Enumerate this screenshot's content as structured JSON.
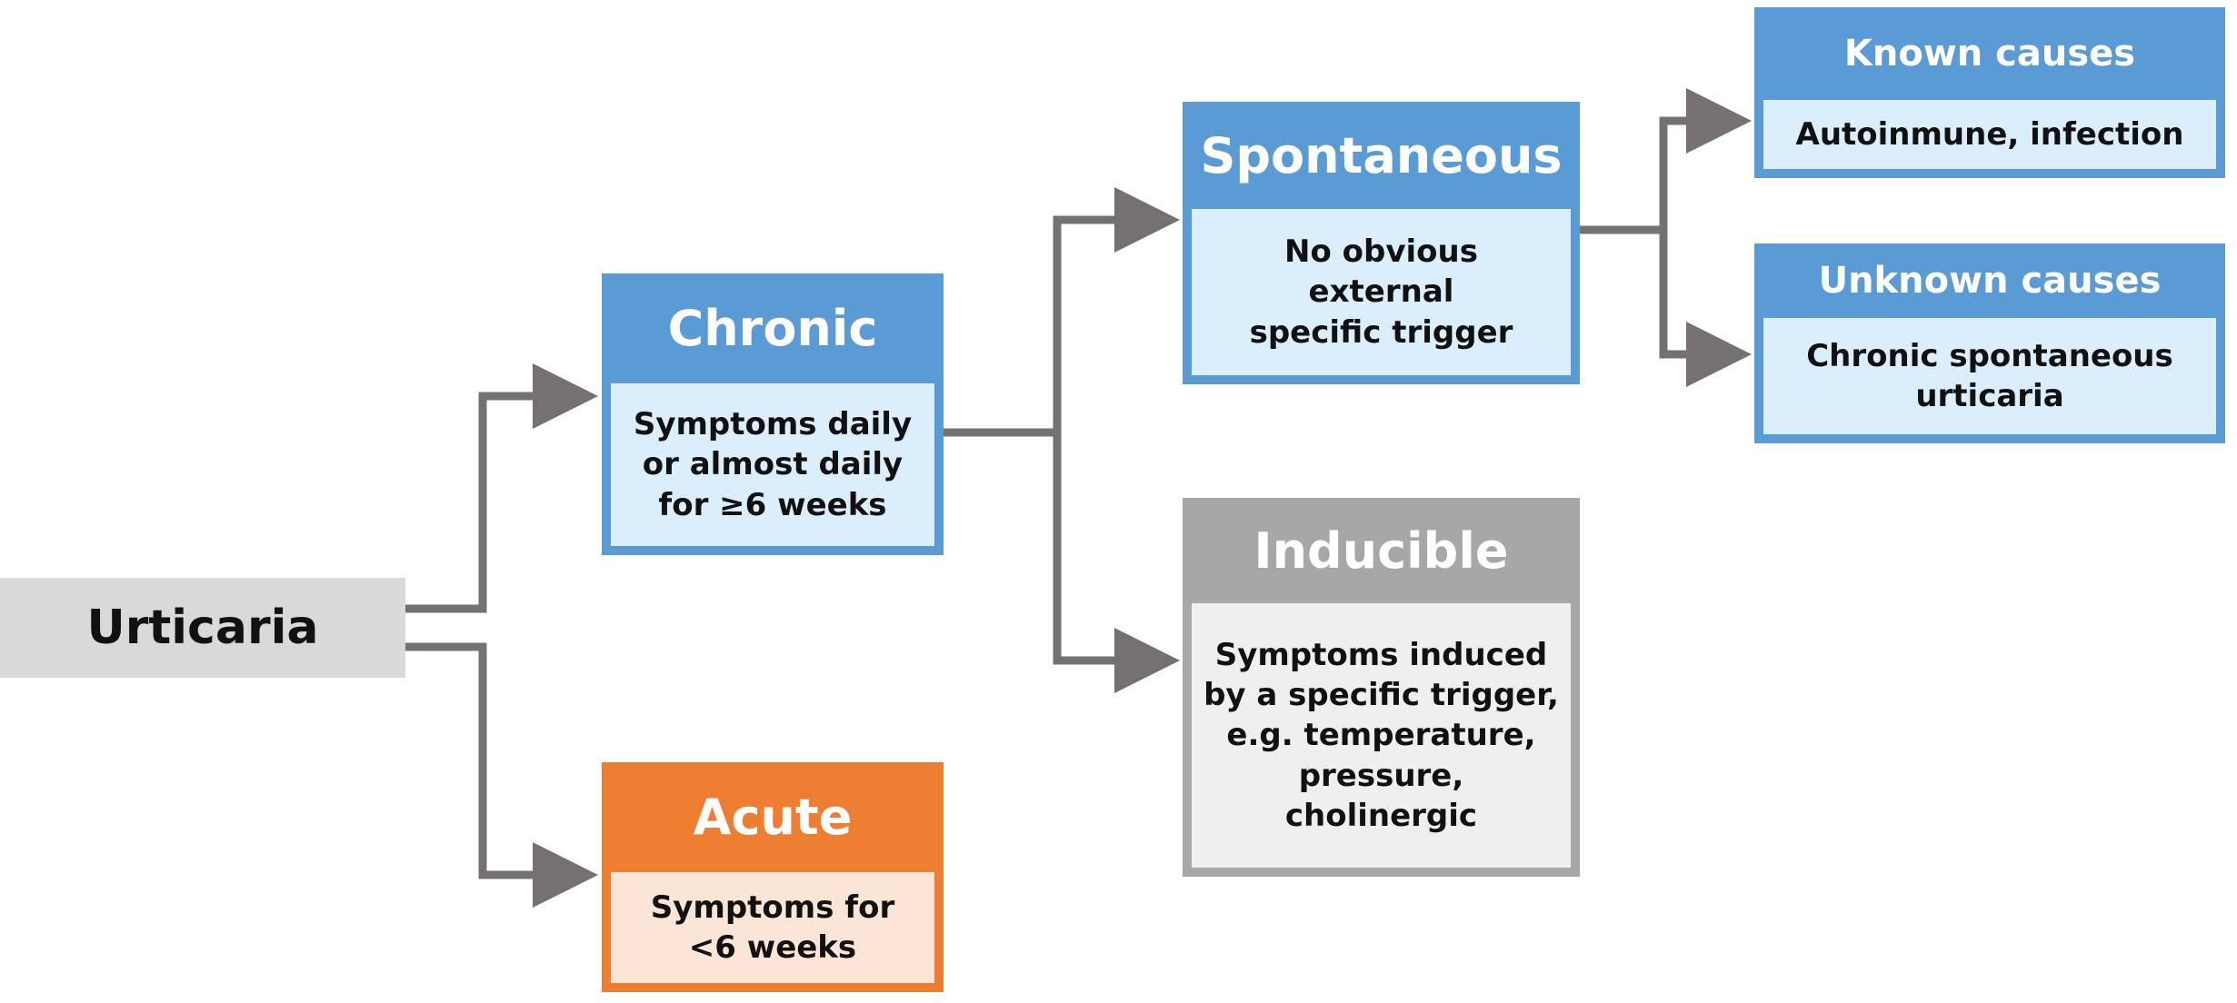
{
  "root": {
    "label": "Urticaria"
  },
  "nodes": {
    "chronic": {
      "title": "Chronic",
      "lines": [
        "Symptoms daily",
        "or almost daily",
        "for ≥6 weeks"
      ]
    },
    "acute": {
      "title": "Acute",
      "lines": [
        "Symptoms for",
        "<6 weeks"
      ]
    },
    "spontaneous": {
      "title": "Spontaneous",
      "lines": [
        "No obvious",
        "external",
        "specific trigger"
      ]
    },
    "inducible": {
      "title": "Inducible",
      "lines": [
        "Symptoms induced",
        "by a specific trigger,",
        "e.g. temperature,",
        "pressure,",
        "cholinergic"
      ]
    },
    "known": {
      "title": "Known causes",
      "lines": [
        "Autoinmune, infection"
      ]
    },
    "unknown": {
      "title": "Unknown causes",
      "lines": [
        "Chronic spontaneous",
        "urticaria"
      ]
    }
  },
  "colors": {
    "blue_header": "#5b9bd5",
    "blue_body": "#dbeefb",
    "orange_header": "#ed7d31",
    "orange_body": "#fbe5d6",
    "grey_header": "#a9a6a6",
    "grey_body": "#efefef",
    "root_fill": "#d9d9d9",
    "connector": "#767171"
  }
}
